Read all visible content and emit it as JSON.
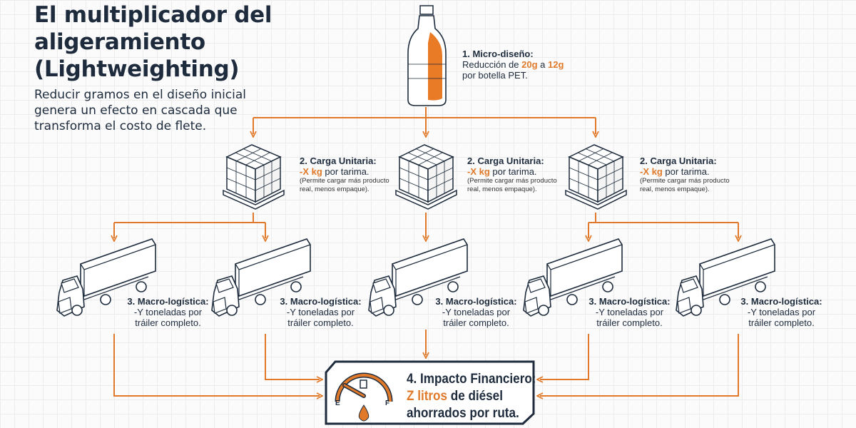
{
  "title": "El multiplicador del aligeramiento (Lightweighting)",
  "subtitle": "Reducir gramos en el diseño inicial genera un efecto en cascada que transforma el costo de flete.",
  "colors": {
    "accent": "#e07a2a",
    "navy": "#1d2b3c"
  },
  "step1": {
    "heading": "1. Micro-diseño:",
    "pre": "Reducción de ",
    "from": "20g",
    "mid": " a ",
    "to": "12g",
    "post": "por botella PET."
  },
  "step2": {
    "heading": "2. Carga Unitaria:",
    "value": "-X kg",
    "post": " por tarima.",
    "note": "(Permite cargar más producto real, menos empaque)."
  },
  "step3": {
    "heading": "3. Macro-logística:",
    "line1": "-Y toneladas por",
    "line2": "tráiler completo."
  },
  "step4": {
    "heading": "4. Impacto Financiero:",
    "value": "Z litros",
    "post": " de diésel",
    "line3": "ahorrados por ruta.",
    "gauge_empty": "E",
    "gauge_full": "F"
  },
  "icons": [
    "bottle-icon",
    "pallet-icon",
    "truck-icon",
    "fuel-gauge-icon",
    "fuel-drop-icon"
  ]
}
